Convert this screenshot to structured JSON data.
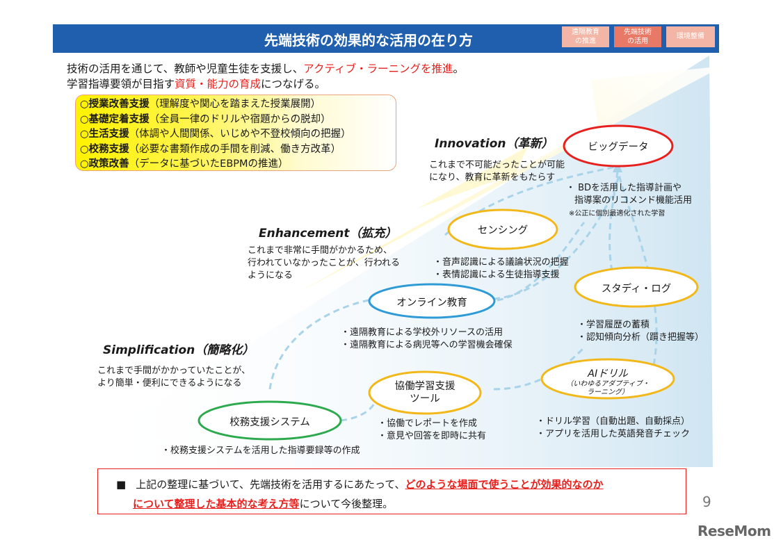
{
  "header": {
    "title": "先端技術の効果的な活用の在り方",
    "tabs": [
      {
        "label": "遠隔教育\nの推進",
        "color": "#f3b6a6"
      },
      {
        "label": "先端技術\nの活用",
        "color": "#e87966"
      },
      {
        "label": "環境整備",
        "color": "#f3b6a6"
      }
    ]
  },
  "intro": {
    "line1_a": "技術の活用を通じて、教師や児童生徒を支援し、",
    "line1_b": "アクティブ・ラーニングを推進",
    "line1_c": "。",
    "line2_a": "学習指導要領が目指す",
    "line2_b": "資質・能力の育成",
    "line2_c": "につなげる。"
  },
  "supports": [
    {
      "bold": "○授業改善支援",
      "text": "（理解度や関心を踏まえた授業展開）"
    },
    {
      "bold": "○基礎定着支援",
      "text": "（全員一律のドリルや宿題からの脱却）"
    },
    {
      "bold": "○生活支援",
      "text": "（体調や人間関係、いじめや不登校傾向の把握）"
    },
    {
      "bold": "○校務支援",
      "text": "（必要な書類作成の手間を削減、働き方改革）"
    },
    {
      "bold": "○政策改善",
      "text": "（データに基づいたEBPMの推進）"
    }
  ],
  "stages": {
    "innovation": {
      "heading": "Innovation（革新）",
      "desc1": "これまで不可能だったことが可能",
      "desc2": "になり、教育に革新をもたらす"
    },
    "enhancement": {
      "heading": "Enhancement（拡充）",
      "desc1": "これまで非常に手間がかかるため、",
      "desc2": "行われていなかったことが、行われる",
      "desc3": "ようになる"
    },
    "simplification": {
      "heading": "Simplification（簡略化）",
      "desc1": "これまで手間がかかっていたことが、",
      "desc2": "より簡単・便利にできるようになる"
    }
  },
  "nodes": {
    "bigdata": {
      "label": "ビッグデータ",
      "color": "#e8201d",
      "b1": "・ BDを活用した指導計画や",
      "b2": "指導案のリコメンド機能活用",
      "note": "※公正に個別最適化された学習"
    },
    "sensing": {
      "label": "センシング",
      "color": "#f2b81a",
      "b1": "・音声認識による議論状況の把握",
      "b2": "・表情認識による生徒指導支援"
    },
    "studylog": {
      "label": "スタディ・ログ",
      "color": "#f2b81a",
      "b1": "・学習履歴の蓄積",
      "b2": "・認知傾向分析（躓き把握等）"
    },
    "online": {
      "label": "オンライン教育",
      "color": "#2e9bd6",
      "b1": "・遠隔教育による学校外リソースの活用",
      "b2": "・遠隔教育による病児等への学習機会確保"
    },
    "aidrill": {
      "label": "AIドリル",
      "sub1": "（いわゆるアダプティブ・",
      "sub2": "ラーニング）",
      "color": "#f2b81a",
      "b1": "・ドリル学習（自動出題、自動採点）",
      "b2": "・アプリを活用した英語発音チェック"
    },
    "collab": {
      "label1": "協働学習支援",
      "label2": "ツール",
      "color": "#f2b81a",
      "b1": "・協働でレポートを作成",
      "b2": "・意見や回答を即時に共有"
    },
    "admin": {
      "label": "校務支援システム",
      "color": "#2eaa4e",
      "b1": "・校務支援システムを活用した指導要録等の作成"
    }
  },
  "summary": {
    "marker": "■",
    "a": "上記の整理に基づいて、先端技術を活用するにあたって、",
    "b": "どのような場面で使うことが効果的なのか",
    "c": "について整理した基本的な考え方等",
    "d": "について今後整理。"
  },
  "page_number": "9",
  "logo": "ReseMom"
}
